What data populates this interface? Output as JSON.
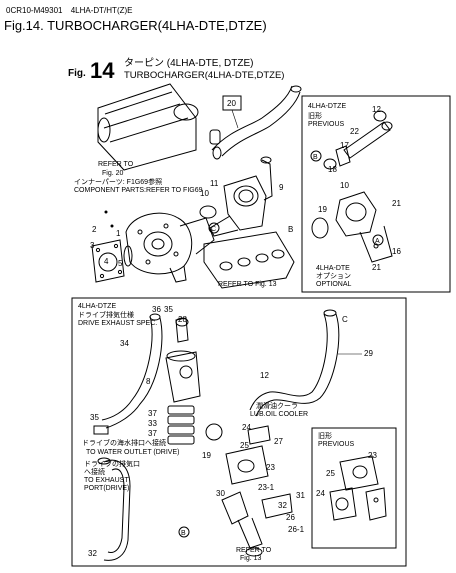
{
  "header": {
    "doc_code": "0CR10-M49301",
    "model": "4LHA-DT/HT(Z)E",
    "figure_title": "Fig.14.  TURBOCHARGER(4LHA-DTE,DTZE)"
  },
  "figure": {
    "fig_label": "Fig.",
    "fig_number": "14",
    "jp_title": "ターピン (4LHA-DTE, DTZE)",
    "en_title": "TURBOCHARGER(4LHA-DTE,DTZE)"
  },
  "notes": {
    "refer_fig20_a": "REFER TO",
    "refer_fig20_b": "Fig. 20",
    "interior_jp": "インナーパーツ: F1G69参照",
    "interior_en": "COMPONENT PARTS:REFER TO FIG69",
    "refer_fig13_top": "REFER TO Fig. 13",
    "refer_fig13_bottom_a": "REFER TO",
    "refer_fig13_bottom_b": "Fig. 13",
    "drive_jp": "ドライブ排気仕様",
    "drive_en": "DRIVE EXHAUST SPEC.",
    "lub_jp": "潤滑油クーラ",
    "lub_en": "LUB.OIL COOLER",
    "water_jp": "ドライブの海水排口へ接続",
    "water_en_a": "TO WATER OUTLET (DRIVE)",
    "exhaust_jp": "ドライブの排気口",
    "exhaust_jp2": "へ接続",
    "exhaust_en_a": "TO EXHAUST",
    "exhaust_en_b": "PORT(DRIVE)",
    "optional_jp": "オプション",
    "optional_en": "OPTIONAL"
  },
  "insets": {
    "top_right": {
      "title": "4LHA-DTZE",
      "prev_jp": "旧形",
      "prev_en": "PREVIOUS",
      "sub_title": "4LHA-DTE"
    },
    "bottom": {
      "title": "4LHA-DTZE"
    },
    "bottom_right": {
      "prev_jp": "旧形",
      "prev_en": "PREVIOUS"
    }
  },
  "callouts": {
    "c20": "20",
    "c11": "11",
    "c10": "10",
    "c9": "9",
    "c1": "1",
    "c2": "2",
    "c3": "3",
    "c4": "4",
    "c5": "5",
    "tr12": "12",
    "tr22": "22",
    "tr17": "17",
    "trB": "B",
    "tr18": "18",
    "tr19": "19",
    "tr10": "10",
    "tr21a": "21",
    "tr21b": "21",
    "tr16": "16",
    "trA": "A",
    "b36": "36",
    "b35": "35",
    "b28": "28",
    "b34": "34",
    "b8": "8",
    "b29": "29",
    "b12": "12",
    "b35b": "35",
    "b37a": "37",
    "b33": "33",
    "b37b": "37",
    "b19": "19",
    "b24": "24",
    "b27": "27",
    "b25": "25",
    "b23": "23",
    "b23b": "23-1",
    "b30": "30",
    "b31": "31",
    "b32": "32",
    "b32b": "32",
    "b26": "26",
    "b26b": "26-1",
    "bB": "B",
    "bC": "C",
    "br23": "23",
    "br25": "25",
    "br24": "24"
  }
}
